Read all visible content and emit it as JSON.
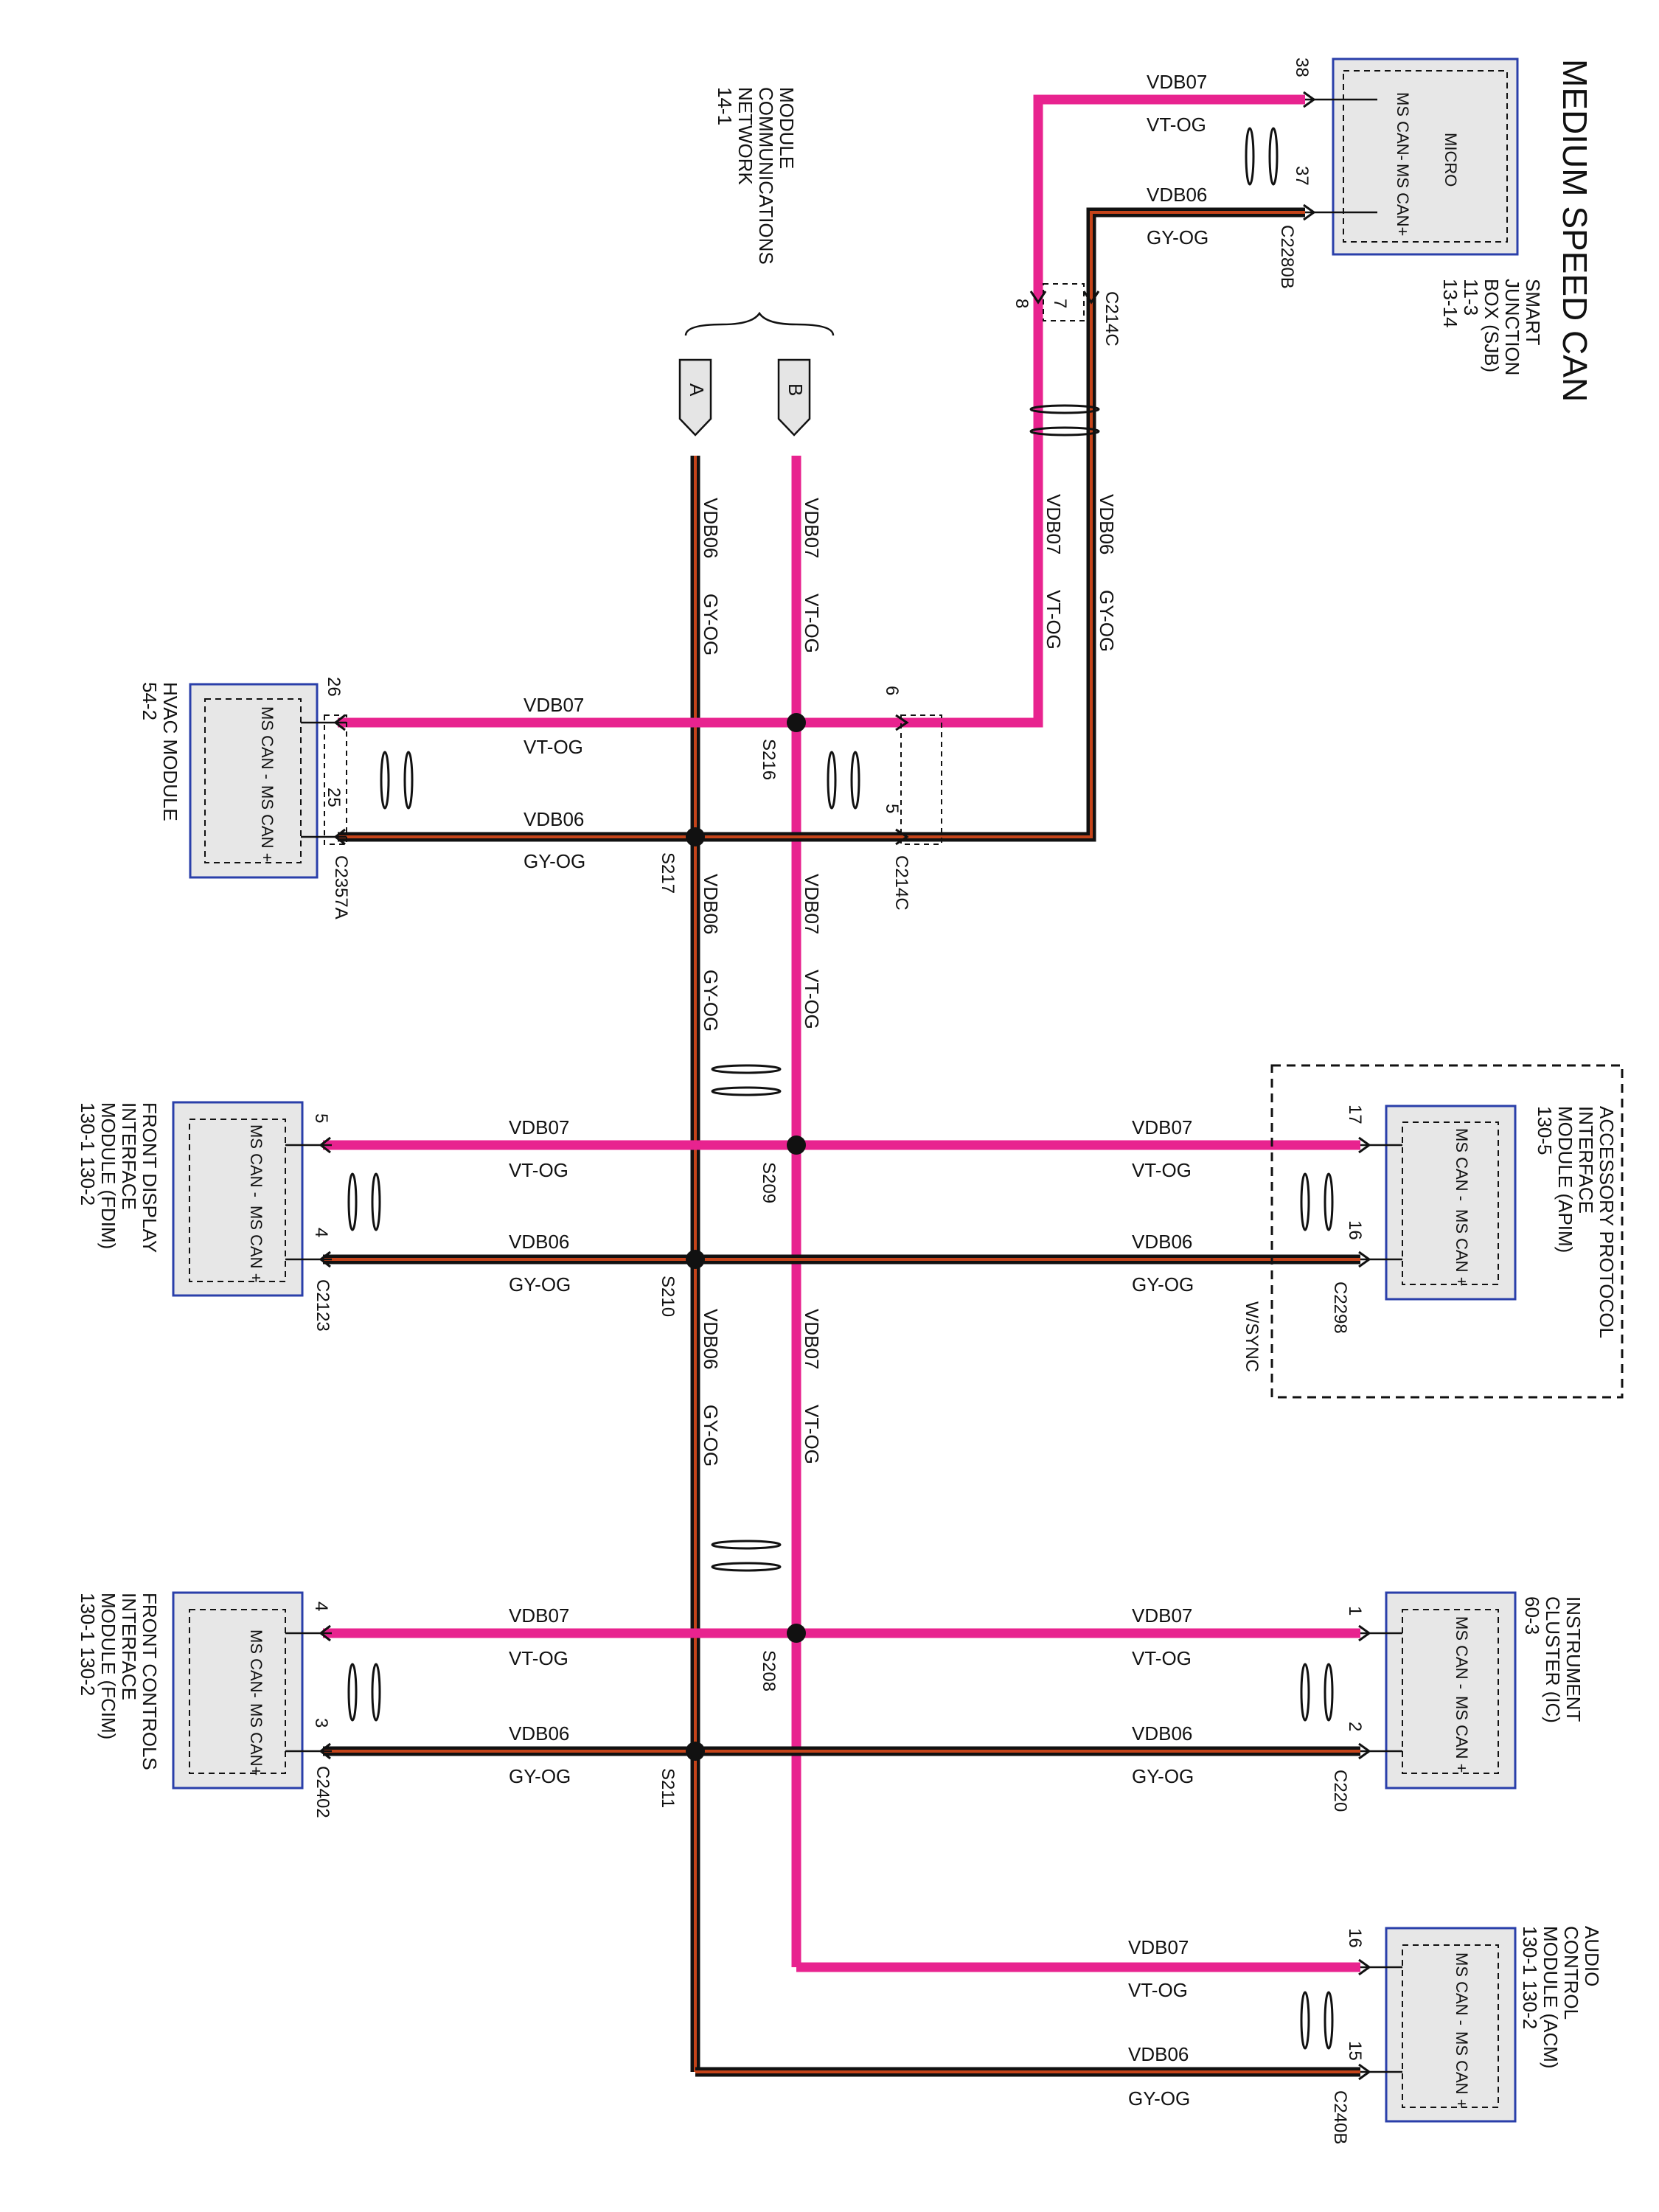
{
  "title": "MEDIUM SPEED CAN",
  "colors": {
    "vdb07": "#e8238f",
    "vdb06": "#c5441a",
    "wire_core": "#111111",
    "module_border": "#2a3faa",
    "module_fill": "#e7e7e7"
  },
  "wires": {
    "vdb07": {
      "circuit": "VDB07",
      "color_code": "VT-OG"
    },
    "vdb06": {
      "circuit": "VDB06",
      "color_code": "GY-OG"
    }
  },
  "network_ref": {
    "lines": [
      "MODULE",
      "COMMUNICATIONS",
      "NETWORK",
      "14-1"
    ],
    "tags": [
      "A",
      "B"
    ]
  },
  "modules": {
    "sjb": {
      "lines": [
        "SMART",
        "JUNCTION",
        "BOX (SJB)",
        "11-3",
        "13-14"
      ],
      "inner": "MICRO",
      "pin_minus": "MS CAN-",
      "pin_plus": "MS CAN+",
      "pin_minus_no": "38",
      "pin_plus_no": "37",
      "connector": "C2280B"
    },
    "hvac": {
      "lines": [
        "HVAC MODULE",
        "54-2"
      ],
      "pin_minus": "MS CAN -",
      "pin_plus": "MS CAN +",
      "pin_minus_no": "26",
      "pin_plus_no": "25",
      "connector": "C2357A"
    },
    "fdim": {
      "lines": [
        "FRONT DISPLAY",
        "INTERFACE",
        "MODULE (FDIM)",
        "130-1   130-2"
      ],
      "pin_minus": "MS CAN -",
      "pin_plus": "MS CAN +",
      "pin_minus_no": "5",
      "pin_plus_no": "4",
      "connector": "C2123"
    },
    "fcim": {
      "lines": [
        "FRONT CONTROLS",
        "INTERFACE",
        "MODULE (FCIM)",
        "130-1   130-2"
      ],
      "pin_minus": "MS CAN-",
      "pin_plus": "MS CAN+",
      "pin_minus_no": "4",
      "pin_plus_no": "3",
      "connector": "C2402"
    },
    "apim": {
      "lines": [
        "ACCESSORY PROTOCOL",
        "INTERFACE",
        "MODULE (APIM)",
        "130-5"
      ],
      "pin_minus": "MS CAN -",
      "pin_plus": "MS CAN +",
      "pin_minus_no": "17",
      "pin_plus_no": "16",
      "connector": "C2298",
      "note": "W/SYNC"
    },
    "ic": {
      "lines": [
        "INSTRUMENT",
        "CLUSTER (IC)",
        "60-3"
      ],
      "pin_minus": "MS CAN -",
      "pin_plus": "MS CAN +",
      "pin_minus_no": "1",
      "pin_plus_no": "2",
      "connector": "C220"
    },
    "acm": {
      "lines": [
        "AUDIO",
        "CONTROL",
        "MODULE (ACM)",
        "130-1   130-2"
      ],
      "pin_minus": "MS CAN -",
      "pin_plus": "MS CAN +",
      "pin_minus_no": "16",
      "pin_plus_no": "15",
      "connector": "C240B"
    }
  },
  "inline_connector": {
    "name": "C214C",
    "pins_top": [
      "8",
      "7"
    ],
    "pins_mid": [
      "6",
      "5"
    ]
  },
  "splices": [
    "S216",
    "S217",
    "S209",
    "S210",
    "S208",
    "S211"
  ]
}
